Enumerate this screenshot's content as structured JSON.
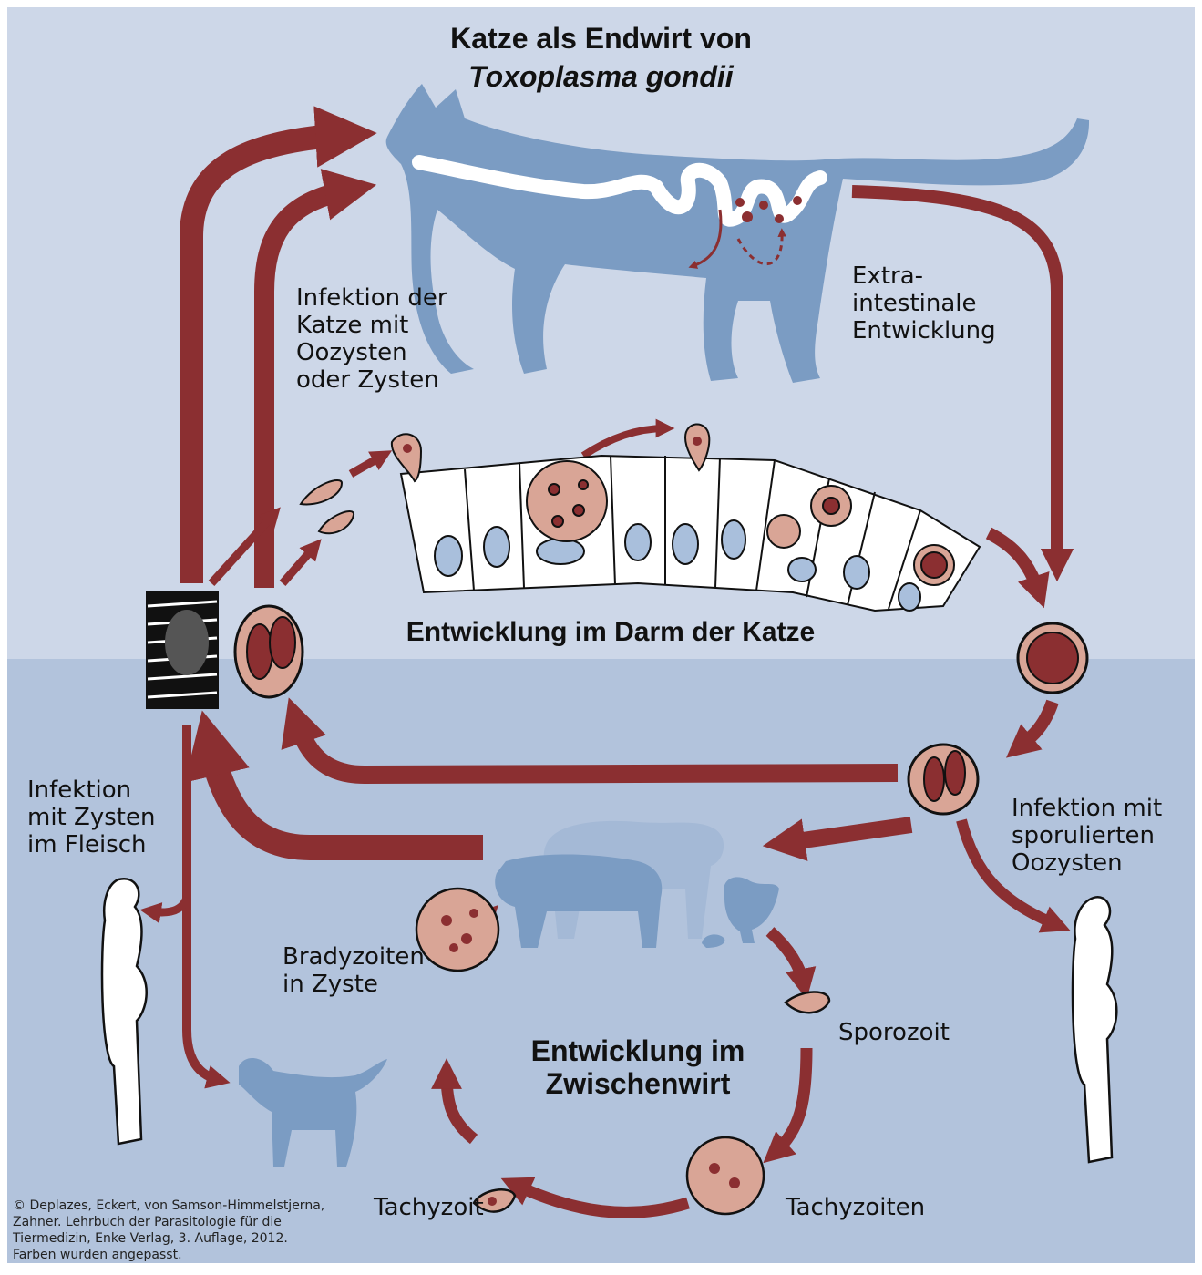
{
  "title": {
    "line1": "Katze als Endwirt von",
    "line2": "Toxoplasma gondii"
  },
  "labels": {
    "infection_cat": "Infektion der\nKatze mit\nOozysten\noder Zysten",
    "extraintestinal": "Extra-\nintestinale\nEntwicklung",
    "gut_development": "Entwicklung im Darm der Katze",
    "infection_meat": "Infektion\nmit Zysten\nim Fleisch",
    "infection_sporulated": "Infektion mit\nsporulierten\nOozysten",
    "bradyzoites": "Bradyzoiten\nin Zyste",
    "sporozoite": "Sporozoit",
    "intermediate_host": "Entwicklung im\nZwischenwirt",
    "tachyzoite": "Tachyzoit",
    "tachyzoites": "Tachyzoiten"
  },
  "credit": "© Deplazes, Eckert, von Samson-Himmelstjerna,\n   Zahner. Lehrbuch der Parasitologie für die\n   Tiermedizin, Enke Verlag, 3. Auflage, 2012.\n   Farben wurden angepasst.",
  "colors": {
    "top_bg": "#cdd7e8",
    "bottom_bg": "#b2c3dc",
    "arrow": "#8b2f31",
    "animal": "#7b9cc3",
    "animal_faded": "#a4b9d6",
    "cell_fill": "#ffffff",
    "nucleus": "#a9bfdc",
    "parasite": "#d9a596",
    "parasite_dark": "#8b2f31"
  },
  "icons": [
    "cat-silhouette",
    "dog-silhouette",
    "sheep-silhouette",
    "pig-silhouette",
    "chicken-silhouette",
    "mouse-silhouette",
    "pregnant-woman-icon",
    "muscle-cyst-icon",
    "oocyst-icon",
    "intestinal-epithelium"
  ]
}
